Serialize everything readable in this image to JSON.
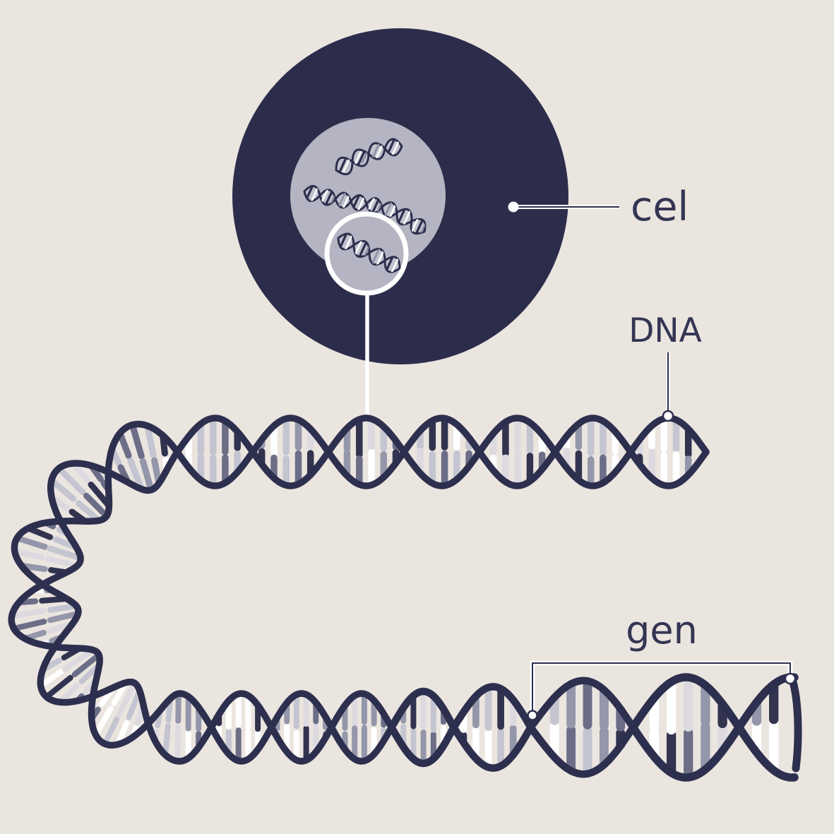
{
  "labels": {
    "cell": "cel",
    "dna": "DNA",
    "gene": "gen"
  },
  "colors": {
    "background": "#EBE5DF",
    "cell": "#2C2D4B",
    "nucleus": "#B5B4C2",
    "strand": "#2D2F4E",
    "label_text": "#343553",
    "leader_core": "#2D2F4E",
    "leader_casing": "#FFFFFF",
    "dot_fill": "#FFFFFF",
    "magnifier_ring": "#FFFFFF",
    "doodle_fill": "#C2C2CE",
    "doodle_outline": "#2D2E4D",
    "doodle_hatch_light": "#FFFFFF",
    "doodle_hatch_mid": "#8D8FA3"
  },
  "helix": {
    "base_pair_palette": [
      "#FFFFFF",
      "#DCDAE0",
      "#C4C5D1",
      "#9496AA",
      "#6C6E88",
      "#31334F"
    ],
    "base_pair_weights": [
      0.26,
      0.13,
      0.2,
      0.16,
      0.12,
      0.13
    ]
  }
}
